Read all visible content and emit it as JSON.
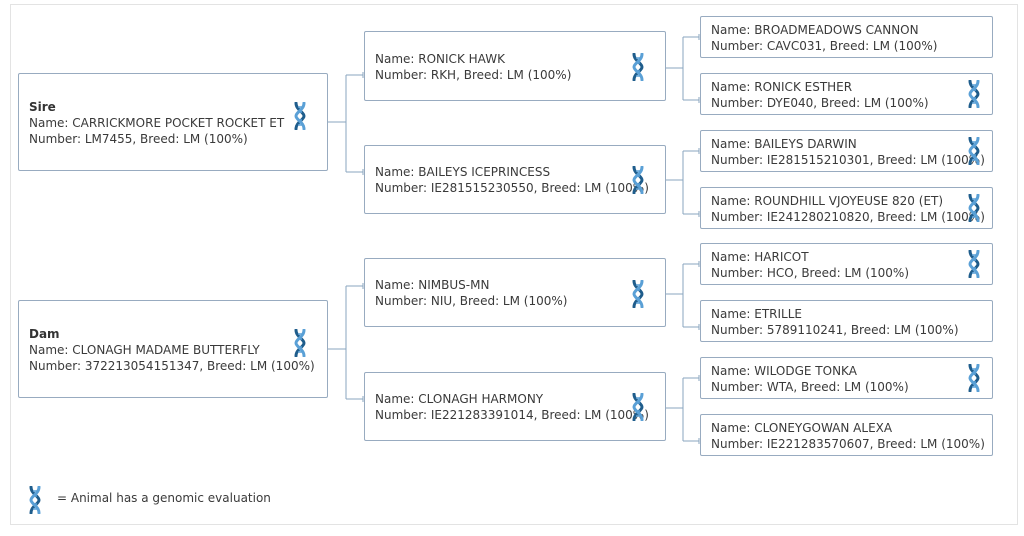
{
  "sire": {
    "role": "Sire",
    "name": "Name: CARRICKMORE POCKET ROCKET ET",
    "number": "Number: LM7455, Breed: LM (100%)",
    "genomic": true,
    "sire": {
      "name": "Name: RONICK HAWK",
      "number": "Number: RKH, Breed: LM (100%)",
      "genomic": true,
      "sire": {
        "name": "Name: BROADMEADOWS CANNON",
        "number": "Number: CAVC031, Breed: LM (100%)",
        "genomic": false
      },
      "dam": {
        "name": "Name: RONICK ESTHER",
        "number": "Number: DYE040, Breed: LM (100%)",
        "genomic": true
      }
    },
    "dam": {
      "name": "Name: BAILEYS ICEPRINCESS",
      "number": "Number: IE281515230550, Breed: LM (100%)",
      "genomic": true,
      "sire": {
        "name": "Name: BAILEYS DARWIN",
        "number": "Number: IE281515210301, Breed: LM (100%)",
        "genomic": true
      },
      "dam": {
        "name": "Name: ROUNDHILL VJOYEUSE 820 (ET)",
        "number": "Number: IE241280210820, Breed: LM (100%)",
        "genomic": true
      }
    }
  },
  "dam": {
    "role": "Dam",
    "name": "Name: CLONAGH MADAME BUTTERFLY",
    "number": "Number: 372213054151347, Breed: LM (100%)",
    "genomic": true,
    "sire": {
      "name": "Name: NIMBUS-MN",
      "number": "Number: NIU, Breed: LM (100%)",
      "genomic": true,
      "sire": {
        "name": "Name: HARICOT",
        "number": "Number: HCO, Breed: LM (100%)",
        "genomic": true
      },
      "dam": {
        "name": "Name: ETRILLE",
        "number": "Number: 5789110241, Breed: LM (100%)",
        "genomic": false
      }
    },
    "dam": {
      "name": "Name: CLONAGH HARMONY",
      "number": "Number: IE221283391014, Breed: LM (100%)",
      "genomic": true,
      "sire": {
        "name": "Name: WILODGE TONKA",
        "number": "Number: WTA, Breed: LM (100%)",
        "genomic": true
      },
      "dam": {
        "name": "Name: CLONEYGOWAN ALEXA",
        "number": "Number: IE221283570607, Breed: LM (100%)",
        "genomic": false
      }
    }
  },
  "legend": {
    "text": "= Animal has a genomic evaluation",
    "icon": "dna-icon"
  },
  "colors": {
    "border": "#98abc0",
    "connector": "#8aa5bf",
    "dna_dark": "#1f5d8c",
    "dna_light": "#5aa0d6"
  }
}
